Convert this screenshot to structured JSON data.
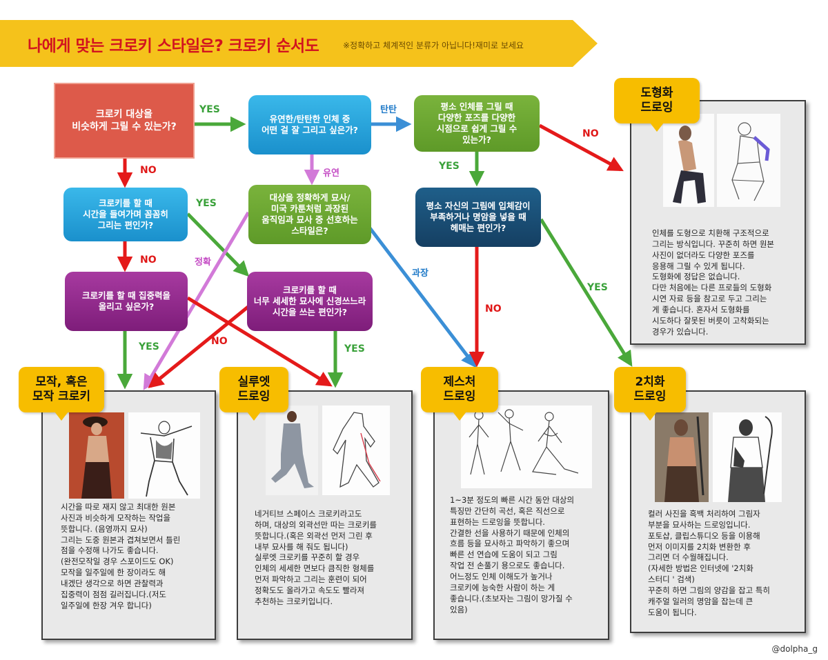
{
  "banner": {
    "title": "나에게 맞는 크로키 스타일은? 크로키 순서도",
    "note": "※정확하고 체계적인 분류가 아닙니다!재미로 보세요",
    "color": "#f5c21b"
  },
  "nodes": {
    "start": "크로키 대상을\n비슷하게 그릴 수 있는가?",
    "soft_firm": "유연한/탄탄한 인체 중\n어떤 걸 잘 그리고 싶은가?",
    "various_poses": "평소 인체를 그릴 때\n다양한 포즈를 다양한\n시점으로 쉽게 그릴 수\n있는가?",
    "take_time": "크로키를 할 때\n시간을 들여가며 꼼꼼히\n그리는 편인가?",
    "exact_or_exaggerate": "대상을 정확하게 묘사/\n미국 카툰처럼 과장된\n움직임과 묘사 중 선호하는\n스타일은?",
    "lack_volume": "평소 자신의 그림에 입체감이\n부족하거나 명암을 넣을 때\n헤매는 편인가?",
    "concentration": "크로키를 할 때 집중력을\n올리고 싶은가?",
    "fine_detail": "크로키를 할 때\n너무 세세한 묘사에 신경쓰느라\n시간을 쓰는 편인가?"
  },
  "edge_labels": {
    "yes": "YES",
    "no": "NO",
    "firm": "탄탄",
    "soft": "유연",
    "exact": "정확",
    "exaggerate": "과장"
  },
  "results": {
    "copy": {
      "tag": "모작, 혹은\n모작 크로키",
      "text": "시간을 따로 재지 않고 최대한 원본\n사진과 비슷하게 모작하는 작업을\n뜻합니다. (음영까지 묘사)\n그리는 도중 원본과 겹쳐보면서 틀린\n점을 수정해 나가도 좋습니다.\n(완전모작일 경우 스포이드도 OK)\n모작을 일주일에 한 장이라도 해\n내겠단 생각으로 하면 관찰력과\n집중력이 점점 길러집니다.(저도\n일주일에 한장 겨우 합니다)"
    },
    "silhouette": {
      "tag": "실루엣\n드로잉",
      "text": "네거티브 스페이스 크로키라고도\n하며, 대상의 외곽선만 따는 크로키를\n뜻합니다.(혹은 외곽선 먼저 그린 후\n내부 묘사를 해 줘도 됩니다)\n실루엣 크로키를 꾸준히 할 경우\n인체의 세세한 면보다 큼직한 형체를\n먼저 파악하고 그리는 훈련이 되어\n정확도도 올라가고 속도도 빨라져\n추천하는 크로키입니다."
    },
    "gesture": {
      "tag": "제스처\n드로잉",
      "text": "1~3분 정도의 빠른 시간 동안 대상의\n특징만 간단히 곡선, 혹은 직선으로\n표현하는 드로잉을 뜻합니다.\n간결한 선을 사용하기 때문에 인체의\n흐름 등을 묘사하고 파악하기 좋으며\n빠른 선 연습에 도움이 되고 그림\n작업 전 손풀기 용으로도 좋습니다.\n어느정도 인체 이해도가 높거나\n크로키에 능숙한 사람이 하는 게\n좋습니다.(초보자는 그림이 망가질 수\n있음)"
    },
    "two_tone": {
      "tag": "2치화\n드로잉",
      "text": "컬러 사진을 흑백 처리하여 그림자\n부분을 묘사하는 드로잉입니다.\n포토샵, 클립스튜디오 등을 이용해\n먼저 이미지를 2치화 변환한 후\n그리면 더 수월해집니다.\n(자세한 방법은 인터넷에 '2치화\n스터디 '  검색)\n꾸준히 하면 그림의 양감을 잡고 특히\n캐주얼 일러의 명암을 잡는데 큰\n도움이 됩니다."
    },
    "shapes": {
      "tag": "도형화\n드로잉",
      "text": "인체를 도형으로 치환해 구조적으로\n그리는 방식입니다. 꾸준히 하면 원본\n사진이 없더라도 다양한 포즈를\n응용해 그릴 수 있게 됩니다.\n도형화에 정답은 없습니다.\n다만 처음에는 다른 프로들의 도형화\n시연 자료 등을 참고로 두고 그리는\n게 좋습니다. 혼자서 도형화를\n시도하다 잘못된 버릇이 고착화되는\n경우가 있습니다."
    }
  },
  "credit": "@dolpha_g",
  "colors": {
    "yes_arrow": "#4aa83a",
    "no_arrow": "#e41a1a",
    "firm_arrow": "#3b8fd6",
    "soft_arrow": "#d27ad8",
    "tag": "#f7bd00"
  }
}
